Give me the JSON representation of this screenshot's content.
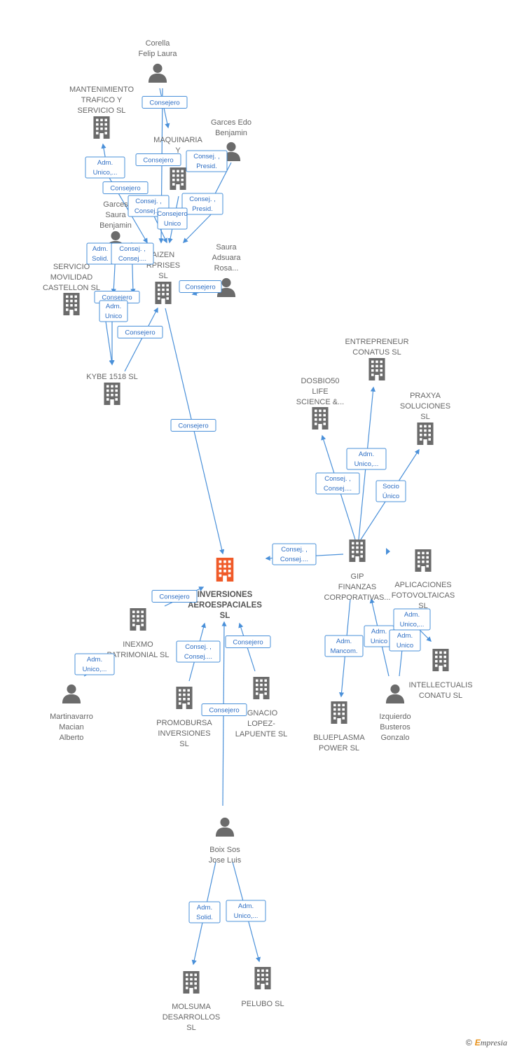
{
  "colors": {
    "edge": "#4a90d9",
    "edge_box_border": "#4a90d9",
    "edge_text": "#2f6fc4",
    "node_icon": "#6b6b6b",
    "main_node": "#f05a28",
    "label": "#666666"
  },
  "nodes": [
    {
      "id": "corella",
      "type": "person",
      "lines": [
        "Corella",
        "Felip Laura"
      ]
    },
    {
      "id": "mantenimiento",
      "type": "company",
      "lines": [
        "MANTENIMIENTO",
        "TRAFICO Y",
        "SERVICIO SL"
      ]
    },
    {
      "id": "garces_edo",
      "type": "person",
      "lines": [
        "Garces Edo",
        "Benjamin"
      ]
    },
    {
      "id": "maquinaria",
      "type": "company",
      "lines": [
        "MAQUINARIA",
        "Y"
      ]
    },
    {
      "id": "garces_saura",
      "type": "person",
      "lines": [
        "Garces",
        "Saura",
        "Benjamin"
      ]
    },
    {
      "id": "saura_adsuara",
      "type": "person",
      "lines": [
        "Saura",
        "Adsuara",
        "Rosa..."
      ]
    },
    {
      "id": "aizen",
      "type": "company",
      "lines": [
        "AIZEN",
        "RPRISES",
        "SL"
      ]
    },
    {
      "id": "servicios_movilidad",
      "type": "company",
      "lines": [
        "SERVICIO",
        "MOVILIDAD",
        "CASTELLON SL"
      ]
    },
    {
      "id": "kybe",
      "type": "company",
      "lines": [
        "KYBE 1518 SL"
      ]
    },
    {
      "id": "entrepreneur",
      "type": "company",
      "lines": [
        "ENTREPRENEUR",
        "CONATUS SL"
      ]
    },
    {
      "id": "dosbio",
      "type": "company",
      "lines": [
        "DOSBIO50",
        "LIFE",
        "SCIENCE &..."
      ]
    },
    {
      "id": "praxya",
      "type": "company",
      "lines": [
        "PRAXYA",
        "SOLUCIONES",
        "SL"
      ]
    },
    {
      "id": "inversiones",
      "type": "main",
      "lines": [
        "INVERSIONES",
        "AEROESPACIALES",
        "SL"
      ]
    },
    {
      "id": "gip",
      "type": "company",
      "lines": [
        "GIP",
        "FINANZAS",
        "CORPORATIVAS..."
      ]
    },
    {
      "id": "aplicaciones",
      "type": "company",
      "lines": [
        "APLICACIONES",
        "FOTOVOLTAICAS",
        "SL"
      ]
    },
    {
      "id": "inexmo",
      "type": "company",
      "lines": [
        "INEXMO",
        "PATRIMONIAL SL"
      ]
    },
    {
      "id": "martinavarro",
      "type": "person",
      "lines": [
        "Martinavarro",
        "Macian",
        "Alberto"
      ]
    },
    {
      "id": "promobursa",
      "type": "company",
      "lines": [
        "PROMOBURSA",
        "INVERSIONES",
        "SL"
      ]
    },
    {
      "id": "ignacio",
      "type": "company",
      "lines": [
        "IGNACIO",
        "LOPEZ-",
        "LAPUENTE SL"
      ]
    },
    {
      "id": "intellectualis",
      "type": "company",
      "lines": [
        "INTELLECTUALIS",
        "CONATU SL"
      ]
    },
    {
      "id": "blueplasma",
      "type": "company",
      "lines": [
        "BLUEPLASMA",
        "POWER SL"
      ]
    },
    {
      "id": "izquierdo",
      "type": "person",
      "lines": [
        "Izquierdo",
        "Busteros",
        "Gonzalo"
      ]
    },
    {
      "id": "boix",
      "type": "person",
      "lines": [
        "Boix Sos",
        "Jose Luis"
      ]
    },
    {
      "id": "molsuma",
      "type": "company",
      "lines": [
        "MOLSUMA",
        "DESARROLLOS",
        "SL"
      ]
    },
    {
      "id": "pelubo",
      "type": "company",
      "lines": [
        "PELUBO SL"
      ]
    }
  ],
  "edge_labels": [
    [
      "Consejero"
    ],
    [
      "Adm.",
      "Unico,..."
    ],
    [
      "Consejero"
    ],
    [
      "Consej. ,",
      "Presid."
    ],
    [
      "Consejero"
    ],
    [
      "Consej. ,",
      "Consej...."
    ],
    [
      "Consej. ,",
      "Presid."
    ],
    [
      "Consejero",
      "Unico"
    ],
    [
      "Adm.",
      "Solid."
    ],
    [
      "Consej. ,",
      "Consej...."
    ],
    [
      "Consejero"
    ],
    [
      "Consejero"
    ],
    [
      "Adm.",
      "Unico"
    ],
    [
      "Consejero"
    ],
    [
      "Consejero"
    ],
    [
      "Adm.",
      "Unico,..."
    ],
    [
      "Consej. ,",
      "Consej...."
    ],
    [
      "Socio",
      "Único"
    ],
    [
      "Consej. ,",
      "Consej...."
    ],
    [
      "Consejero"
    ],
    [
      "Adm.",
      "Unico,..."
    ],
    [
      "Consej. ,",
      "Consej...."
    ],
    [
      "Consejero"
    ],
    [
      "Consejero"
    ],
    [
      "Adm.",
      "Mancom."
    ],
    [
      "Adm.",
      "Unico"
    ],
    [
      "Adm.",
      "Unico,..."
    ],
    [
      "Adm.",
      "Unico"
    ],
    [
      "Adm.",
      "Solid."
    ],
    [
      "Adm.",
      "Unico,..."
    ]
  ],
  "footer": {
    "copyright": "©",
    "brand_first": "E",
    "brand_rest": "mpresia"
  }
}
